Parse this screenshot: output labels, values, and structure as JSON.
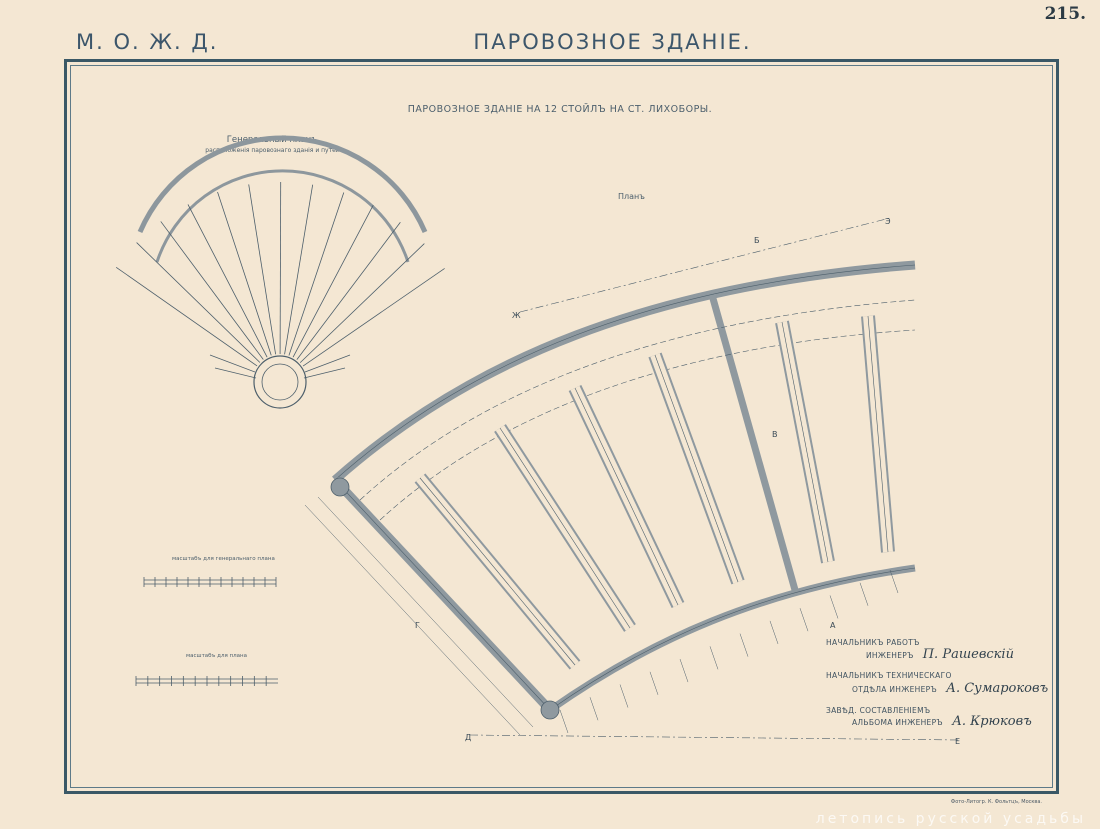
{
  "header": {
    "left": "М. О. Ж. Д.",
    "title": "ПАРОВОЗНОЕ ЗДАНIЕ.",
    "page_number": "215."
  },
  "sheet": {
    "title": "ПАРОВОЗНОЕ ЗДАНIЕ НА 12 СТОЙЛЪ НА СТ. ЛИХОБОРЫ.",
    "general_plan_title": "Генеральный планъ",
    "general_plan_subtitle": "расположенія паровознаго зданія и путей",
    "plan_label": "Планъ",
    "scale_general": "масштабъ для генеральнаго плана",
    "scale_plan": "масштабъ для плана"
  },
  "section_letters": [
    "Б",
    "Э",
    "Ж",
    "В",
    "Г",
    "А",
    "Д",
    "Е"
  ],
  "signatures": [
    {
      "role": "НАЧАЛЬНИКЪ РАБОТЪ",
      "name": ""
    },
    {
      "role": "ИНЖЕНЕРЪ",
      "name": "П. Рашевскій"
    },
    {
      "role": "НАЧАЛЬНИКЪ ТЕХНИЧЕСКАГО",
      "name": ""
    },
    {
      "role": "ОТДѢЛА ИНЖЕНЕРЪ",
      "name": "А. Сумароковъ"
    },
    {
      "role": "ЗАВѢД. СОСТАВЛЕНІЕМЪ",
      "name": ""
    },
    {
      "role": "АЛЬБОМА ИНЖЕНЕРЪ",
      "name": "А. Крюковъ"
    }
  ],
  "printer_note": "Фото-Литогр. К. Фольтцъ, Москва.",
  "watermark": "летопись русской усадьбы",
  "colors": {
    "paper": "#f4e7d3",
    "ink": "#3a5866",
    "wall": "#9aa4aa"
  }
}
